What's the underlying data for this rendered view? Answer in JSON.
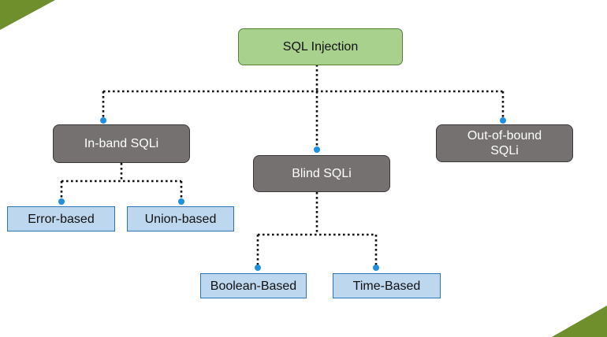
{
  "diagram": {
    "root": {
      "label": "SQL Injection"
    },
    "categories": [
      {
        "label": "In-band SQLi"
      },
      {
        "label": "Blind SQLi"
      },
      {
        "label": "Out-of-bound\nSQLi"
      }
    ],
    "techniques": {
      "in_band": [
        {
          "label": "Error-based"
        },
        {
          "label": "Union-based"
        }
      ],
      "blind": [
        {
          "label": "Boolean-Based"
        },
        {
          "label": "Time-Based"
        }
      ]
    }
  },
  "colors": {
    "root_fill": "#a9d18e",
    "category_fill": "#767171",
    "leaf_fill": "#bdd7ee",
    "leaf_border": "#2e75b6",
    "connector": "#111111",
    "endpoint_dot": "#1f8fe0",
    "corner_accent": "#6e8f2b"
  }
}
